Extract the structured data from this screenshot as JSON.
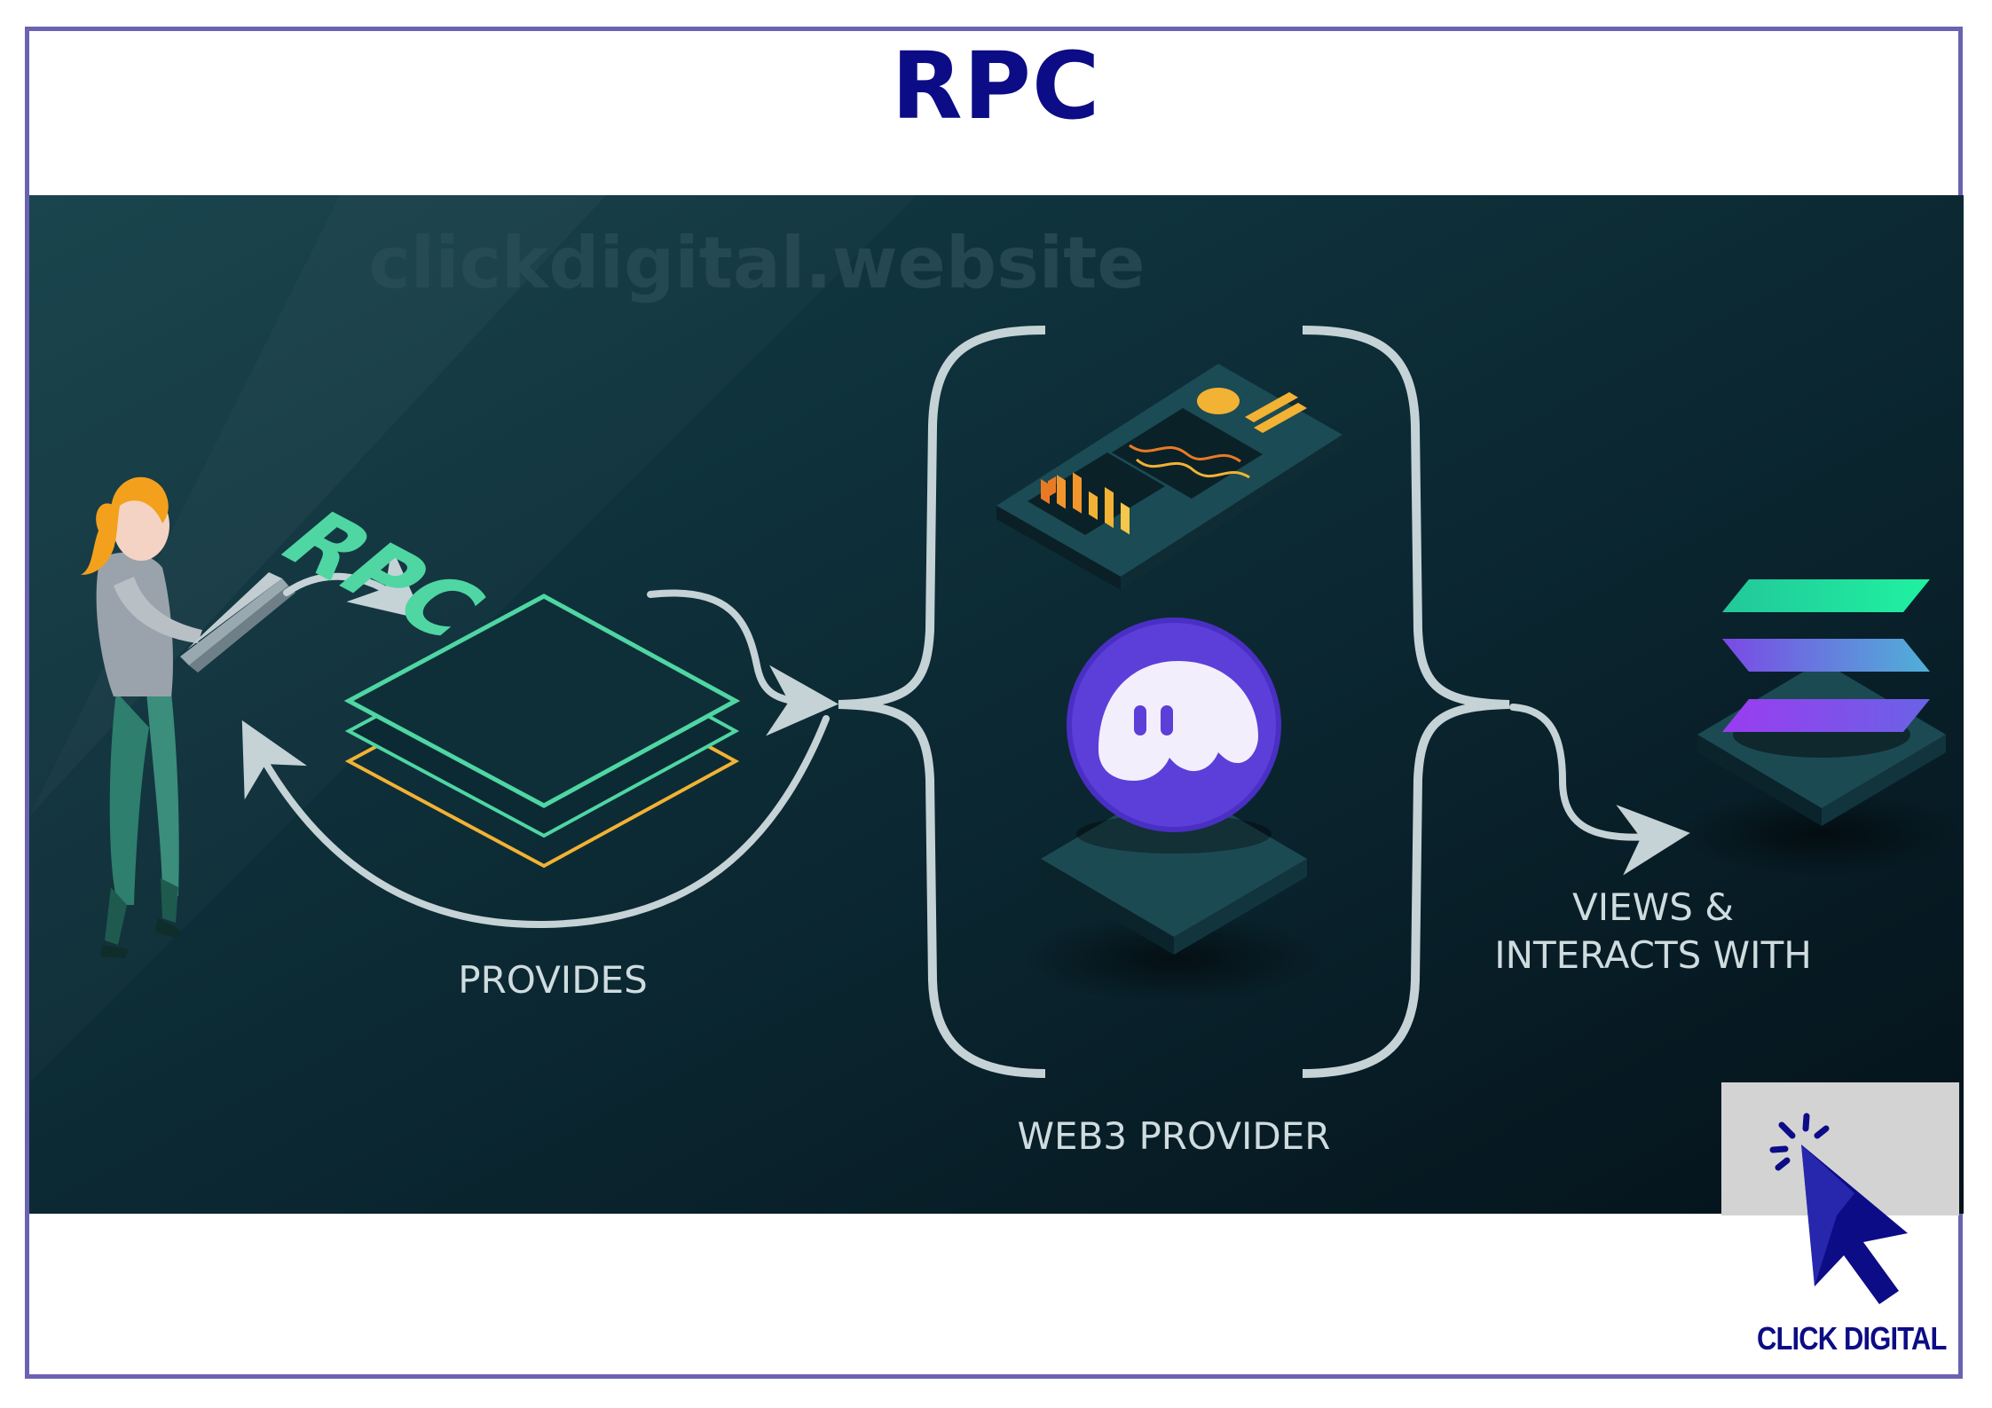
{
  "page": {
    "title": "RPC"
  },
  "diagram": {
    "watermark": "clickdigital.website",
    "rpc_stack_label": "RPC",
    "provides_label": "PROVIDES",
    "web3_provider_label": "WEB3 PROVIDER",
    "views_label_line1": "VIEWS &",
    "views_label_line2": "INTERACTS WITH",
    "nodes": [
      "user-with-laptop-icon",
      "rpc-stack-icon",
      "dashboard-device-icon",
      "phantom-wallet-icon",
      "solana-logo-icon"
    ]
  },
  "logo": {
    "text": "CLICK DIGITAL",
    "icon": "cursor-click-icon"
  },
  "colors": {
    "title": "#0c0c86",
    "frame_border": "#6a62b3",
    "panel_dark": "#06171e",
    "panel_teal": "#123a44",
    "accent_green": "#4fd6a3",
    "accent_orange": "#f2b233",
    "phantom_purple": "#5b3fd8",
    "arrow_gray": "#c5d3d6"
  }
}
